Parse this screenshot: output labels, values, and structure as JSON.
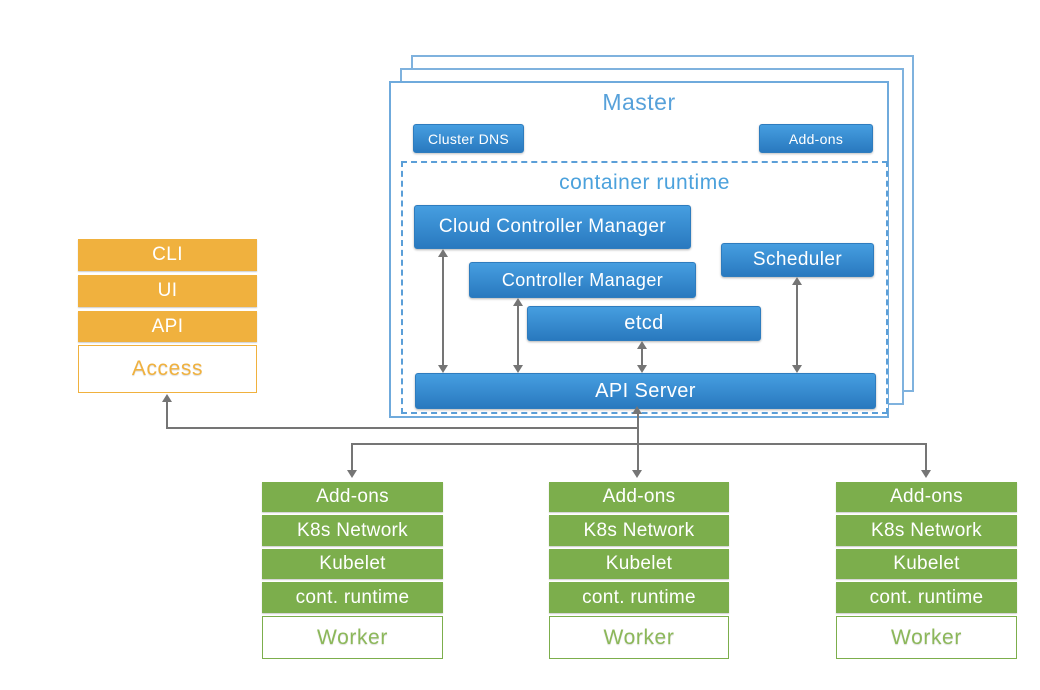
{
  "colors": {
    "box_blue_top": "#469EE0",
    "box_blue_bottom": "#2979BF",
    "title_light_blue": "#57A1DA",
    "dashed_border_blue": "#5B9FD8",
    "orange": "#F0B13E",
    "green": "#7CAE4C",
    "arrow_gray": "#757575"
  },
  "master": {
    "title": "Master",
    "cluster_dns_label": "Cluster DNS",
    "addons_label": "Add-ons",
    "container_runtime": {
      "title": "container runtime",
      "cloud_controller_manager": "Cloud Controller Manager",
      "controller_manager": "Controller Manager",
      "scheduler": "Scheduler",
      "etcd": "etcd",
      "api_server": "API Server"
    }
  },
  "access_stack": {
    "rows": [
      "CLI",
      "UI",
      "API"
    ],
    "label": "Access"
  },
  "workers": [
    {
      "rows": [
        "Add-ons",
        "K8s Network",
        "Kubelet",
        "cont. runtime"
      ],
      "label": "Worker"
    },
    {
      "rows": [
        "Add-ons",
        "K8s Network",
        "Kubelet",
        "cont. runtime"
      ],
      "label": "Worker"
    },
    {
      "rows": [
        "Add-ons",
        "K8s Network",
        "Kubelet",
        "cont. runtime"
      ],
      "label": "Worker"
    }
  ]
}
